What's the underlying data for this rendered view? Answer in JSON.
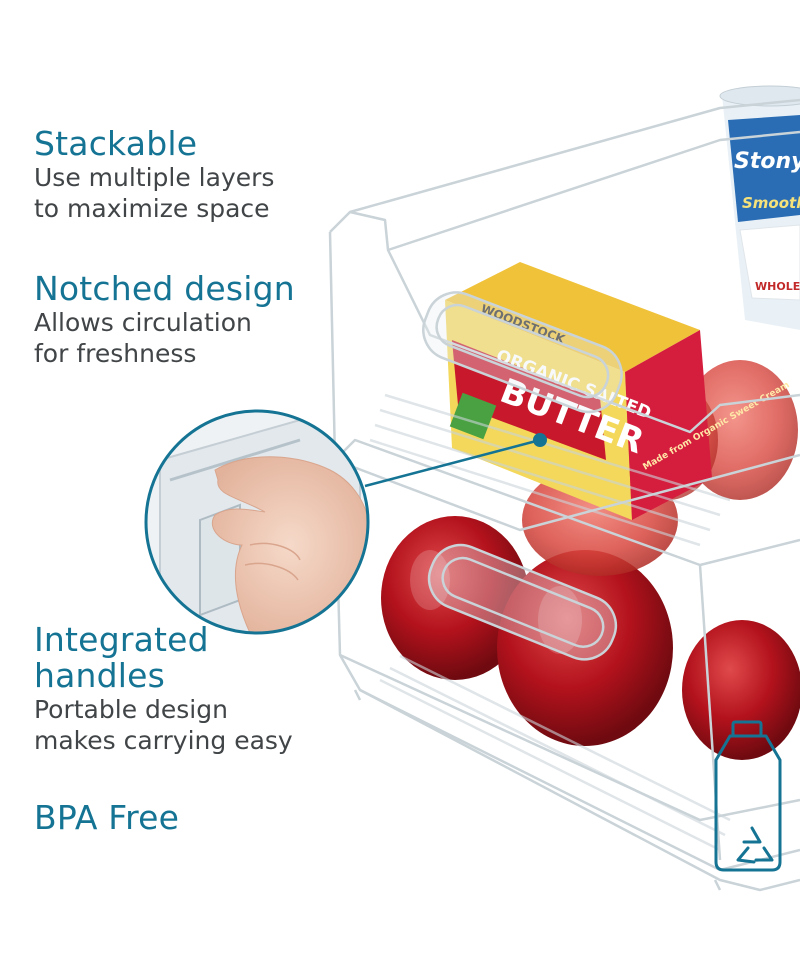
{
  "features": [
    {
      "title": "Stackable",
      "lines": [
        "Use multiple layers",
        "to maximize space"
      ]
    },
    {
      "title": "Notched design",
      "lines": [
        "Allows circulation",
        "for freshness"
      ]
    },
    {
      "title": "Integrated handles",
      "lines": [
        "Portable design",
        "makes carrying easy"
      ]
    },
    {
      "title": "BPA Free",
      "lines": []
    }
  ],
  "product_labels": {
    "butter_brand": "WOODSTOCK",
    "butter_line1": "ORGANIC SALTED",
    "butter_line2": "BUTTER",
    "butter_side": "Made from Organic Sweet Cream",
    "yogurt_brand": "Stonyfield",
    "yogurt_line": "Smooth & Creamy",
    "yogurt_sub": "WHOLE MILK"
  },
  "colors": {
    "accent": "#157494",
    "text": "#414547",
    "bin_outline": "#c9d3d8",
    "apple_red": "#b3121c",
    "butter_red": "#c8192c",
    "butter_yellow": "#f2d44a"
  },
  "icons": [
    "recycle-bottle-icon",
    "zoom-callout-hand"
  ]
}
